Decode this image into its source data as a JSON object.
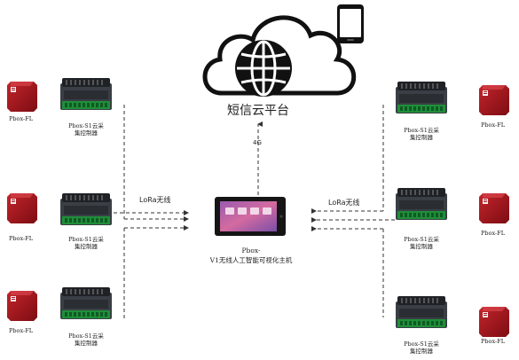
{
  "cloud": {
    "label": "短信云平台"
  },
  "uplink": {
    "label": "4G"
  },
  "host": {
    "name": "Pbox-",
    "subtitle": "V1无线人工智能可视化主机"
  },
  "links": {
    "left_label": "LoRa无线",
    "right_label": "LoRa无线"
  },
  "sensors": {
    "label": "Pbox-FL"
  },
  "controllers": {
    "line1": "Pbox-S1云采",
    "line2": "集控制器"
  },
  "colors": {
    "sensor_red": "#a3141c",
    "controller_dark": "#2a2e33",
    "terminal_green": "#1f8f3a",
    "host_screen": "#c86aa8"
  }
}
